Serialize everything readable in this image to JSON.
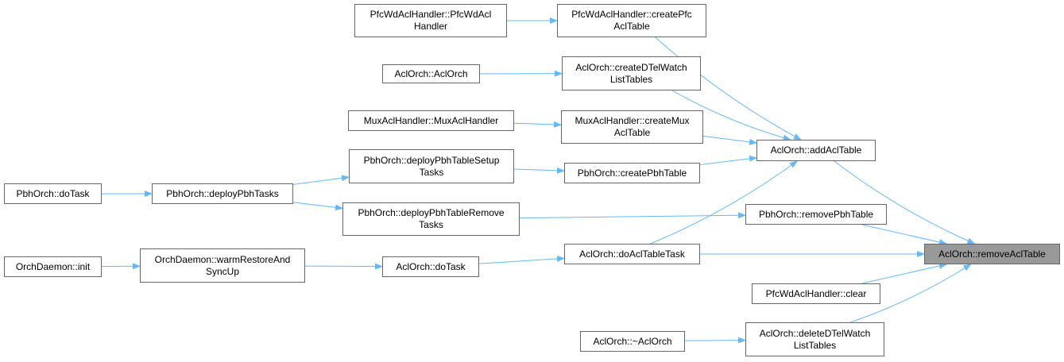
{
  "colors": {
    "edge": "#63b8ff",
    "node_border": "#666666",
    "focus_fill": "#999999"
  },
  "nodes": {
    "pfcwd_ctor": {
      "lines": [
        "PfcWdAclHandler::PfcWdAcl",
        "Handler"
      ]
    },
    "pfcwd_create": {
      "lines": [
        "PfcWdAclHandler::createPfc",
        "AclTable"
      ]
    },
    "aclorch_ctor": {
      "lines": [
        "AclOrch::AclOrch"
      ]
    },
    "create_dtel": {
      "lines": [
        "AclOrch::createDTelWatch",
        "ListTables"
      ]
    },
    "mux_ctor": {
      "lines": [
        "MuxAclHandler::MuxAclHandler"
      ]
    },
    "mux_create": {
      "lines": [
        "MuxAclHandler::createMux",
        "AclTable"
      ]
    },
    "add_acl": {
      "lines": [
        "AclOrch::addAclTable"
      ]
    },
    "pbh_setup": {
      "lines": [
        "PbhOrch::deployPbhTableSetup",
        "Tasks"
      ]
    },
    "pbh_create": {
      "lines": [
        "PbhOrch::createPbhTable"
      ]
    },
    "pbh_dotask": {
      "lines": [
        "PbhOrch::doTask"
      ]
    },
    "pbh_deploy": {
      "lines": [
        "PbhOrch::deployPbhTasks"
      ]
    },
    "pbh_remove_tasks": {
      "lines": [
        "PbhOrch::deployPbhTableRemove",
        "Tasks"
      ]
    },
    "pbh_remove": {
      "lines": [
        "PbhOrch::removePbhTable"
      ]
    },
    "orch_init": {
      "lines": [
        "OrchDaemon::init"
      ]
    },
    "orch_warm": {
      "lines": [
        "OrchDaemon::warmRestoreAnd",
        "SyncUp"
      ]
    },
    "acl_dotask": {
      "lines": [
        "AclOrch::doTask"
      ]
    },
    "acl_dotabletask": {
      "lines": [
        "AclOrch::doAclTableTask"
      ]
    },
    "remove_acl": {
      "lines": [
        "AclOrch::removeAclTable"
      ]
    },
    "pfcwd_clear": {
      "lines": [
        "PfcWdAclHandler::clear"
      ]
    },
    "aclorch_dtor": {
      "lines": [
        "AclOrch::~AclOrch"
      ]
    },
    "delete_dtel": {
      "lines": [
        "AclOrch::deleteDTelWatch",
        "ListTables"
      ]
    }
  },
  "edges": [
    [
      "pfcwd_ctor",
      "pfcwd_create"
    ],
    [
      "pfcwd_create",
      "add_acl"
    ],
    [
      "aclorch_ctor",
      "create_dtel"
    ],
    [
      "create_dtel",
      "add_acl"
    ],
    [
      "mux_ctor",
      "mux_create"
    ],
    [
      "mux_create",
      "add_acl"
    ],
    [
      "pbh_create",
      "add_acl"
    ],
    [
      "pbh_setup",
      "pbh_create"
    ],
    [
      "pbh_dotask",
      "pbh_deploy"
    ],
    [
      "pbh_deploy",
      "pbh_setup"
    ],
    [
      "pbh_deploy",
      "pbh_remove_tasks"
    ],
    [
      "pbh_remove_tasks",
      "pbh_remove"
    ],
    [
      "add_acl",
      "remove_acl"
    ],
    [
      "pbh_remove",
      "remove_acl"
    ],
    [
      "acl_dotabletask",
      "add_acl"
    ],
    [
      "acl_dotabletask",
      "remove_acl"
    ],
    [
      "orch_init",
      "orch_warm"
    ],
    [
      "orch_warm",
      "acl_dotask"
    ],
    [
      "acl_dotask",
      "acl_dotabletask"
    ],
    [
      "pfcwd_clear",
      "remove_acl"
    ],
    [
      "delete_dtel",
      "remove_acl"
    ],
    [
      "aclorch_dtor",
      "delete_dtel"
    ]
  ]
}
